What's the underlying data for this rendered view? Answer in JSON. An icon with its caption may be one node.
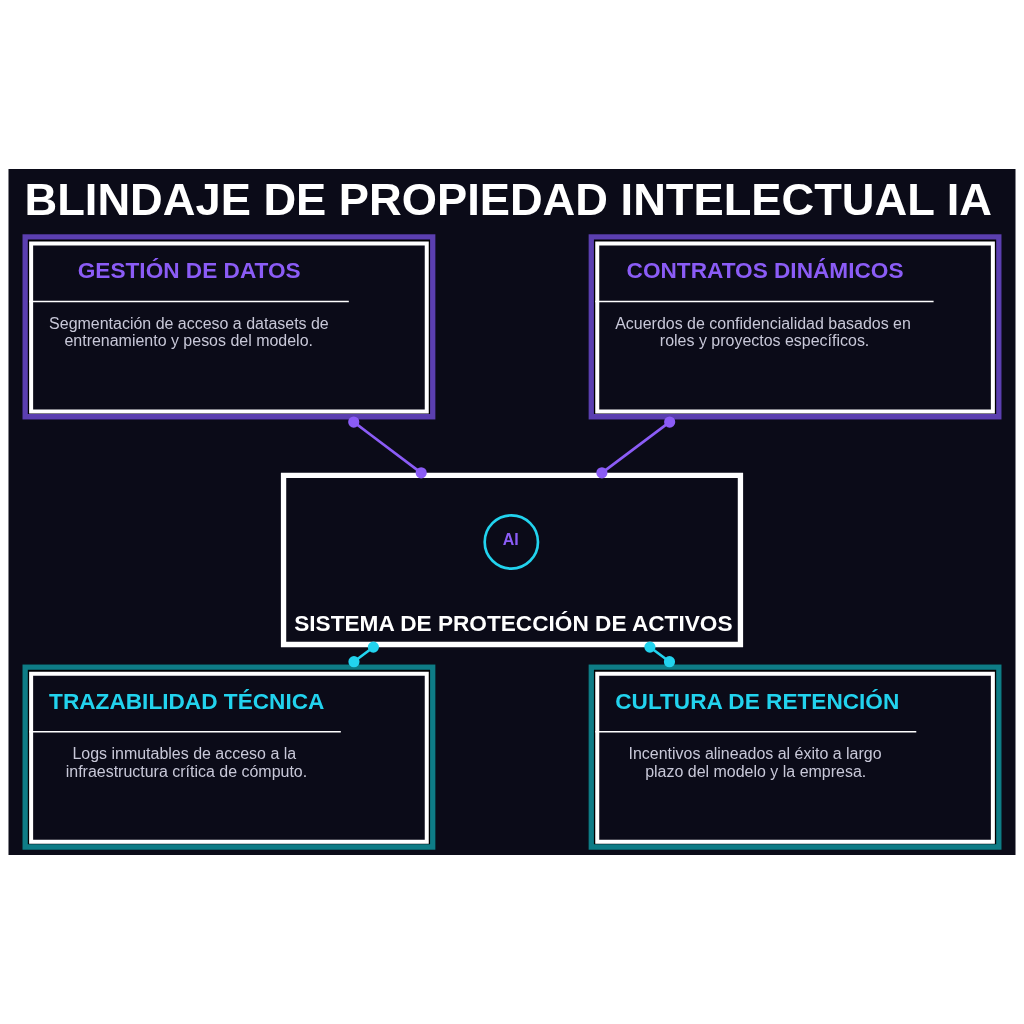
{
  "diagram": {
    "title": "BLINDAJE DE PROPIEDAD INTELECTUAL IA",
    "nodes": [
      {
        "text": [
          "GESTIÓN DE DATOS",
          "Segmentación de acceso a datasets de entrenamiento y pesos del modelo."
        ]
      },
      {
        "text": [
          "CONTRATOS DINÁMICOS",
          "Acuerdos de confidencialidad basados en roles y proyectos específicos."
        ]
      },
      {
        "text": [
          "SISTEMA DE PROTECCIÓN DE ACTIVOS"
        ]
      },
      {
        "text": [
          "AI"
        ],
        "in": 2
      },
      {
        "text": [
          "TRAZABILIDAD TÉCNICA",
          "Logs inmutables de acceso a la infraestructura crítica de cómputo."
        ]
      },
      {
        "text": [
          "CULTURA DE RETENCIÓN",
          "Incentivos alineados al éxito a largo plazo del modelo y la empresa."
        ]
      }
    ],
    "edges": [
      {
        "from": 0,
        "to": 2,
        "arrow": "other",
        "color": "#8b5cf6"
      },
      {
        "from": 1,
        "to": 2,
        "arrow": "other",
        "color": "#8b5cf6"
      },
      {
        "from": 2,
        "to": 4,
        "arrow": "other",
        "color": "#22d3ee"
      },
      {
        "from": 2,
        "to": 5,
        "arrow": "other",
        "color": "#22d3ee"
      }
    ]
  }
}
